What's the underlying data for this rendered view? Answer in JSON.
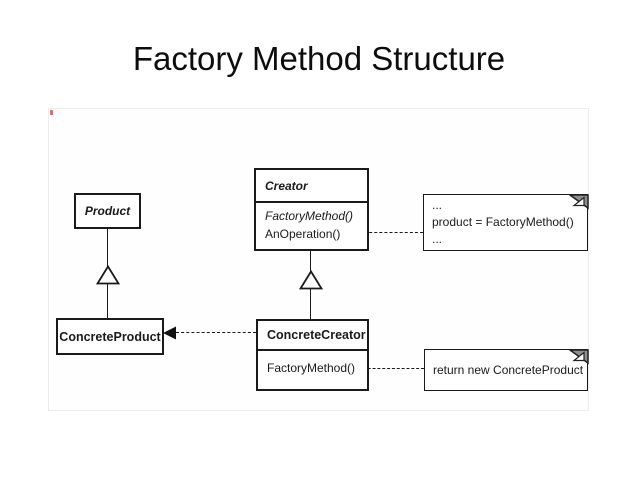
{
  "title": "Factory Method Structure",
  "diagram": {
    "product": {
      "name": "Product"
    },
    "creator": {
      "name": "Creator",
      "method1": "FactoryMethod()",
      "method2": "AnOperation()"
    },
    "concrete_product": {
      "name": "ConcreteProduct"
    },
    "concrete_creator": {
      "name": "ConcreteCreator",
      "method1": "FactoryMethod()"
    },
    "creator_note": {
      "line1": "...",
      "line2": "product = FactoryMethod()",
      "line3": "..."
    },
    "concrete_creator_note": {
      "line1": "return new ConcreteProduct"
    },
    "colors": {
      "line": "#1a1a1a",
      "note_fold_fill": "#8f8f8f",
      "artifact": "#cc7777"
    }
  }
}
